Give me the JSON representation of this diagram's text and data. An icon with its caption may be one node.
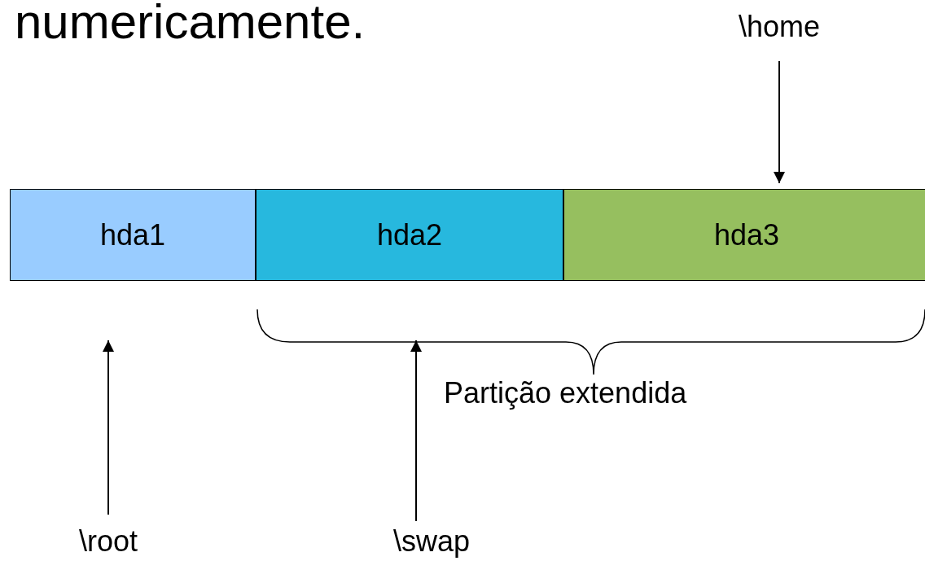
{
  "diagram": {
    "nodes": [
      {
        "text": [
          "hda1"
        ]
      },
      {
        "text": [
          "hda2"
        ]
      },
      {
        "text": [
          "hda3"
        ]
      },
      {
        "text": [
          "\\home"
        ]
      },
      {
        "text": [
          "\\root"
        ]
      },
      {
        "text": [
          "\\swap"
        ]
      }
    ],
    "edges": [
      {
        "from": 3,
        "to": 2,
        "arrow": "to"
      },
      {
        "from": 4,
        "to": 0,
        "arrow": "to"
      },
      {
        "from": 5,
        "to": 1,
        "arrow": "to"
      }
    ],
    "labels": [
      "numericamente.",
      "Partição extendida"
    ]
  }
}
